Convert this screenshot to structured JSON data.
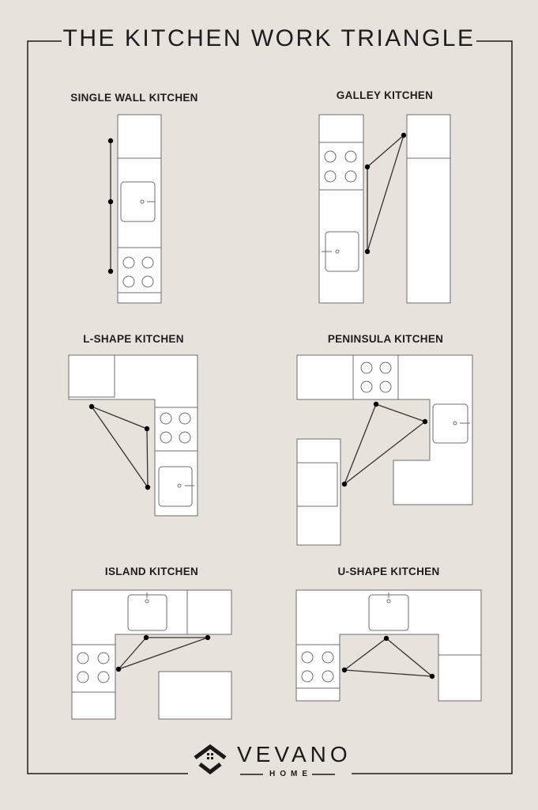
{
  "title": "THE KITCHEN WORK TRIANGLE",
  "layouts": [
    {
      "label": "SINGLE WALL KITCHEN"
    },
    {
      "label": "GALLEY KITCHEN"
    },
    {
      "label": "L-SHAPE KITCHEN"
    },
    {
      "label": "PENINSULA KITCHEN"
    },
    {
      "label": "ISLAND KITCHEN"
    },
    {
      "label": "U-SHAPE KITCHEN"
    }
  ],
  "brand": {
    "name": "VEVANO",
    "sub": "HOME"
  },
  "colors": {
    "background": "#e8e2dd",
    "ink": "#1d1d1d",
    "cabinet": "#ffffff"
  }
}
